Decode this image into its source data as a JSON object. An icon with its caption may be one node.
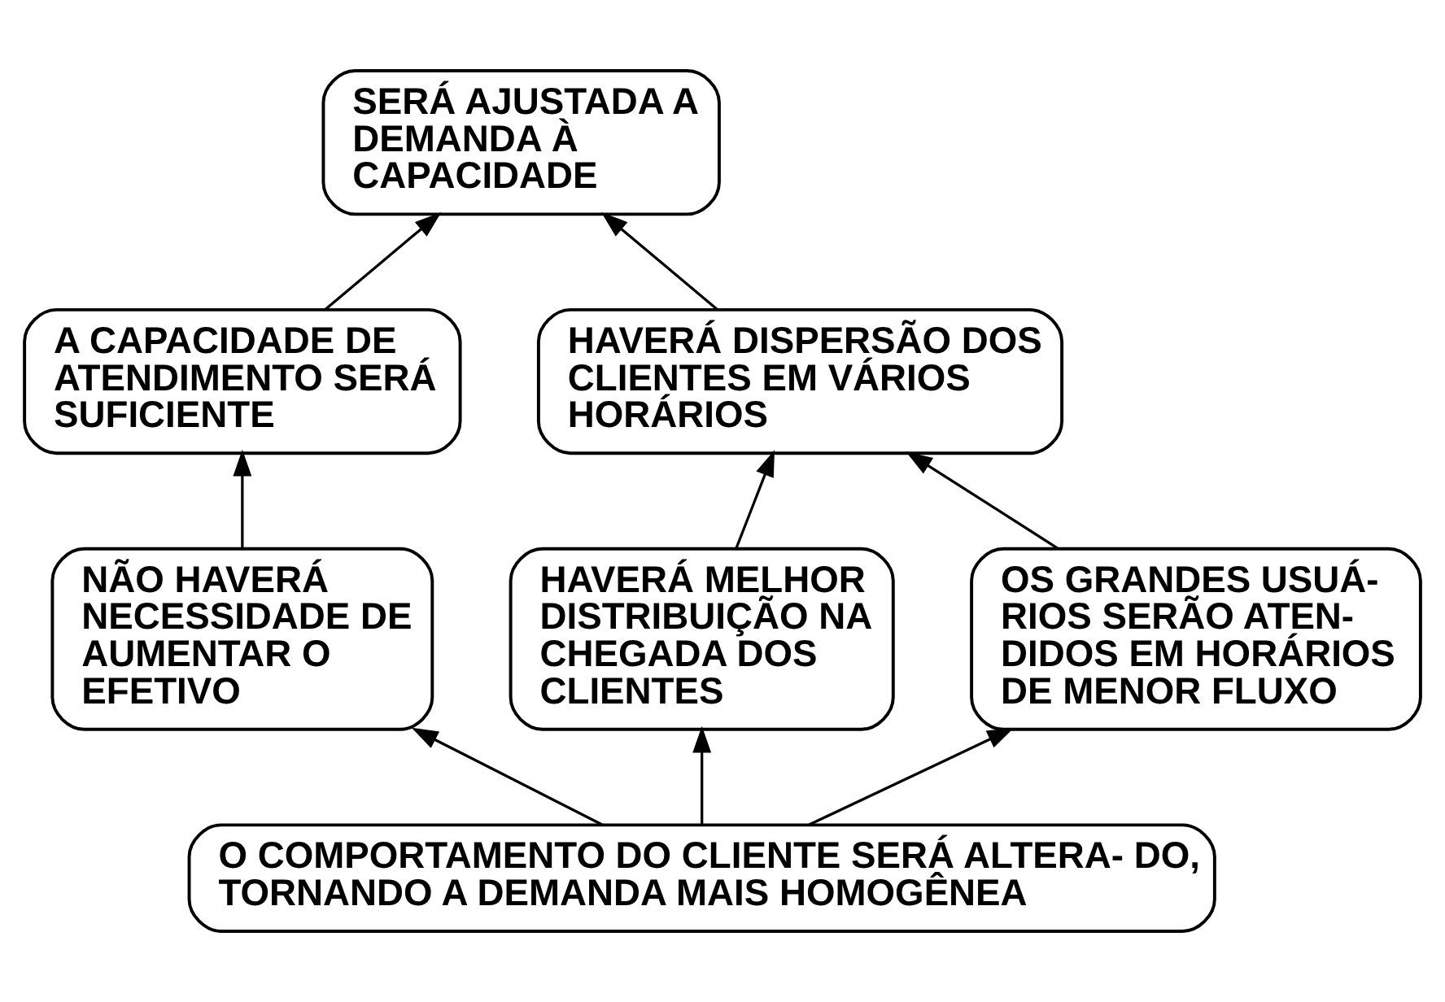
{
  "diagram": {
    "nodes": [
      {
        "text": [
          "SERÁ AJUSTADA A DEMANDA À CAPACIDADE"
        ]
      },
      {
        "text": [
          "A CAPACIDADE DE ATENDIMENTO SERÁ SUFICIENTE"
        ]
      },
      {
        "text": [
          "HAVERÁ DISPERSÃO DOS CLIENTES EM VÁRIOS HORÁRIOS"
        ]
      },
      {
        "text": [
          "NÃO HAVERÁ NECESSIDADE DE AUMENTAR O EFETIVO"
        ]
      },
      {
        "text": [
          "HAVERÁ MELHOR DISTRIBUIÇÃO NA CHEGADA DOS CLIENTES"
        ]
      },
      {
        "text": [
          "OS GRANDES USUÁ- RIOS SERÃO ATEN- DIDOS EM HORÁRIOS DE MENOR FLUXO"
        ]
      },
      {
        "text": [
          "O COMPORTAMENTO DO CLIENTE SERÁ ALTERA- DO, TORNANDO A DEMANDA MAIS HOMOGÊNEA"
        ]
      }
    ],
    "edges": [
      {
        "from": 1,
        "to": 0,
        "arrow": "to"
      },
      {
        "from": 2,
        "to": 0,
        "arrow": "to"
      },
      {
        "from": 3,
        "to": 1,
        "arrow": "to"
      },
      {
        "from": 4,
        "to": 2,
        "arrow": "to"
      },
      {
        "from": 5,
        "to": 2,
        "arrow": "to"
      },
      {
        "from": 6,
        "to": 3,
        "arrow": "to"
      },
      {
        "from": 6,
        "to": 4,
        "arrow": "to"
      },
      {
        "from": 6,
        "to": 5,
        "arrow": "to"
      }
    ]
  }
}
